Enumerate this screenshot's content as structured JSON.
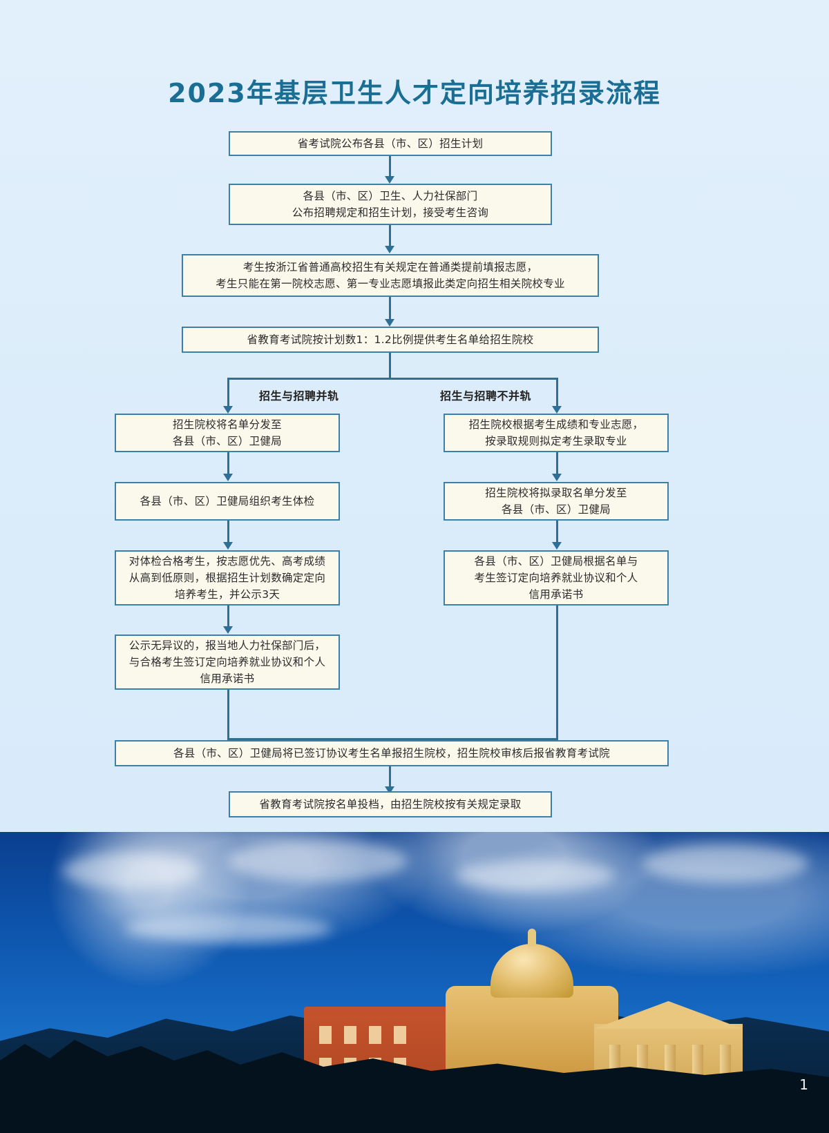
{
  "title": "2023年基层卫生人才定向培养招录流程",
  "nodes": {
    "n1": "省考试院公布各县（市、区）招生计划",
    "n2": "各县（市、区）卫生、人力社保部门\n公布招聘规定和招生计划，接受考生咨询",
    "n3": "考生按浙江省普通高校招生有关规定在普通类提前填报志愿，\n考生只能在第一院校志愿、第一专业志愿填报此类定向招生相关院校专业",
    "n4": "省教育考试院按计划数1：1.2比例提供考生名单给招生院校",
    "left1": "招生院校将名单分发至\n各县（市、区）卫健局",
    "left2": "各县（市、区）卫健局组织考生体检",
    "left3": "对体检合格考生，按志愿优先、高考成绩\n从高到低原则，根据招生计划数确定定向\n培养考生，并公示3天",
    "left4": "公示无异议的，报当地人力社保部门后，\n与合格考生签订定向培养就业协议和个人\n信用承诺书",
    "right1": "招生院校根据考生成绩和专业志愿，\n按录取规则拟定考生录取专业",
    "right2": "招生院校将拟录取名单分发至\n各县（市、区）卫健局",
    "right3": "各县（市、区）卫健局根据名单与\n考生签订定向培养就业协议和个人\n信用承诺书",
    "n5": "各县（市、区）卫健局将已签订协议考生名单报招生院校，招生院校审核后报省教育考试院",
    "n6": "省教育考试院按名单投档，由招生院校按有关规定录取"
  },
  "branch_labels": {
    "left": "招生与招聘并轨",
    "right": "招生与招聘不并轨"
  },
  "footer": {
    "page_number": "1"
  },
  "colors": {
    "title": "#1b6e93",
    "box_border": "#3d7fa6",
    "box_fill": "#fbf8ec",
    "connector": "#2e6f95",
    "page_background": "#ddeefb"
  }
}
